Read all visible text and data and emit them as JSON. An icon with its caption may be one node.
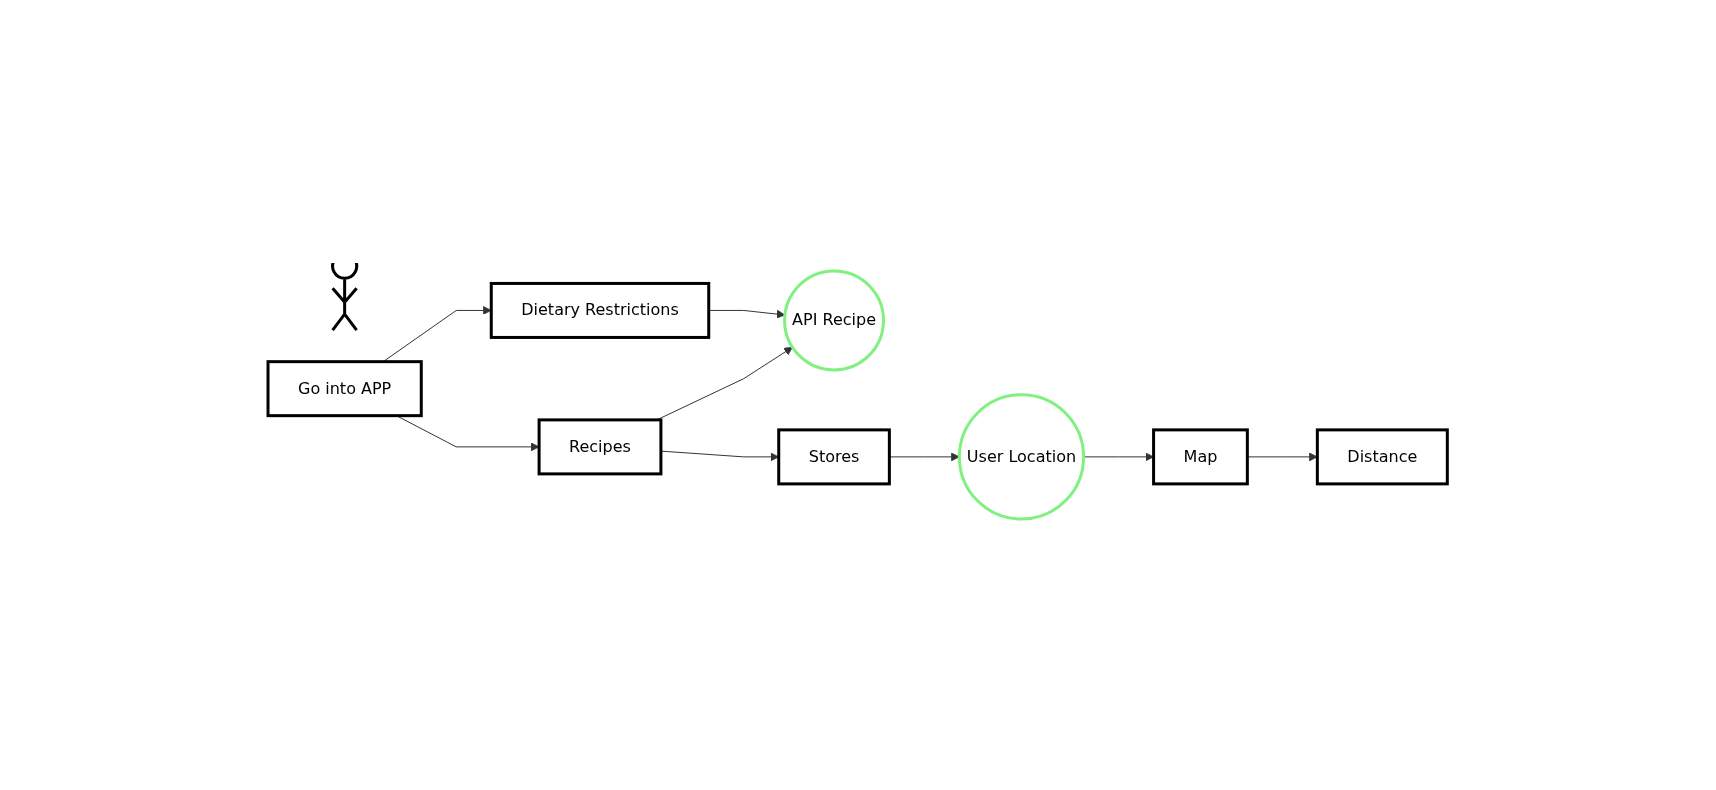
{
  "diagram": {
    "nodes": [
      {
        "text": [],
        "shape": "person"
      },
      {
        "text": [
          "Go into APP"
        ]
      },
      {
        "text": [
          "Recipes"
        ]
      },
      {
        "text": [
          "API Recipe"
        ]
      },
      {
        "text": [
          "Dietary Restrictions"
        ]
      },
      {
        "text": [
          "Stores"
        ]
      },
      {
        "text": [
          "User Location"
        ]
      },
      {
        "text": [
          "Map"
        ]
      },
      {
        "text": [
          "Distance"
        ]
      }
    ],
    "edges": [
      {
        "from": 1,
        "to": 2,
        "arrow": "to"
      },
      {
        "from": 1,
        "to": 4,
        "arrow": "to"
      },
      {
        "from": 2,
        "to": 3,
        "arrow": "to"
      },
      {
        "from": 4,
        "to": 3,
        "arrow": "to"
      },
      {
        "from": 2,
        "to": 5,
        "arrow": "to"
      },
      {
        "from": 5,
        "to": 6,
        "arrow": "to"
      },
      {
        "from": 6,
        "to": 7,
        "arrow": "to"
      },
      {
        "from": 7,
        "to": 8,
        "arrow": "to"
      }
    ]
  }
}
